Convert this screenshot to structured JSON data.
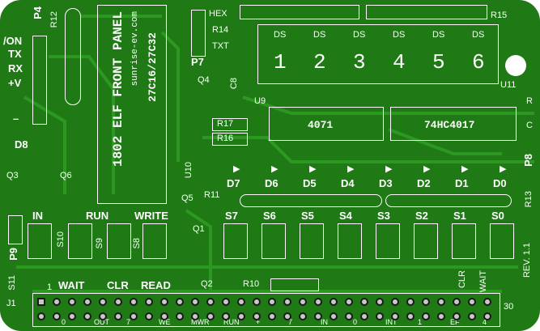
{
  "board": {
    "title": "1802 ELF FRONT PANEL",
    "site": "sunrise-ev.com",
    "eprom": "27C16/27C32",
    "revision": "REV. 1.1"
  },
  "top_labels": {
    "hex": "HEX",
    "txt": "TXT",
    "r14": "R14",
    "r15": "R15",
    "r12": "R12",
    "p7": "P7",
    "p4": "P4",
    "u11": "U11",
    "u9": "U9",
    "u10": "U10",
    "c8": "C8",
    "q4": "Q4",
    "r": "R",
    "c": "C"
  },
  "left_labels": {
    "on": "/ON",
    "tx": "TX",
    "rx": "RX",
    "pv": "+V",
    "minus": "–",
    "d8": "D8",
    "q3": "Q3",
    "q6": "Q6",
    "p9": "P9",
    "s11": "S11",
    "j1": "J1"
  },
  "displays": [
    "DS",
    "DS",
    "DS",
    "DS",
    "DS",
    "DS"
  ],
  "digits": [
    "1",
    "2",
    "3",
    "4",
    "5",
    "6"
  ],
  "chips": {
    "u_a": "4071",
    "u_b": "74HC4017"
  },
  "resistors": {
    "r17": "R17",
    "r16": "R16",
    "r11": "R11",
    "r10": "R10",
    "r13": "R13"
  },
  "leds": [
    "D7",
    "D6",
    "D5",
    "D4",
    "D3",
    "D2",
    "D1",
    "D0"
  ],
  "switches": [
    "S7",
    "S6",
    "S5",
    "S4",
    "S3",
    "S2",
    "S1",
    "S0"
  ],
  "mode_switches": {
    "in": "IN",
    "run": "RUN",
    "write": "WRITE",
    "s10": "S10",
    "s9": "S9",
    "s8": "S8"
  },
  "transistors": {
    "q5": "Q5",
    "q1": "Q1",
    "q2": "Q2",
    "p8": "P8"
  },
  "bottom_row": {
    "wait": "WAIT",
    "clr": "CLR",
    "read": "READ",
    "one": "1",
    "clr2": "CLR",
    "wait2": "WAIT",
    "thirty": "30"
  },
  "bus_labels": [
    "0",
    "OUT",
    "7",
    "WE",
    "MWR",
    "RUN",
    "+",
    "7",
    "IN",
    "0",
    "INT",
    "1",
    "EF",
    "4"
  ],
  "colors": {
    "board": "#1f7a16",
    "trace": "#2d9a22",
    "silk": "#ffffff",
    "pad": "#c9c9c9"
  }
}
